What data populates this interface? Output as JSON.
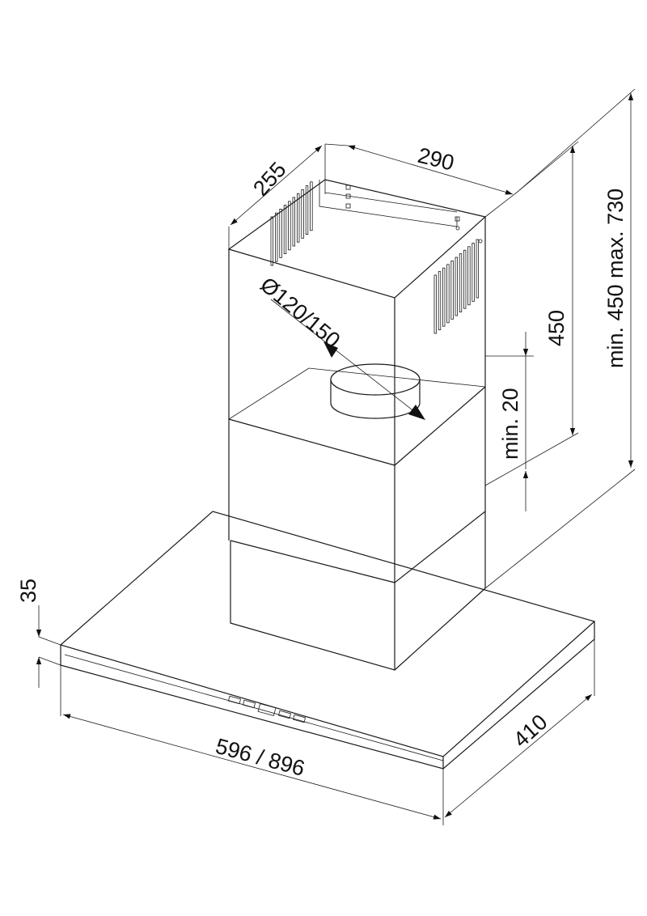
{
  "drawing": {
    "labels": {
      "depth_top": "255",
      "width_top": "290",
      "duct_diameter": "Ø120/150",
      "chimney_upper_height": "450",
      "total_height": "min. 450 max. 730",
      "min_overlap": "min. 20",
      "hood_thickness": "35",
      "hood_width": "596 / 896",
      "hood_depth": "410"
    }
  }
}
